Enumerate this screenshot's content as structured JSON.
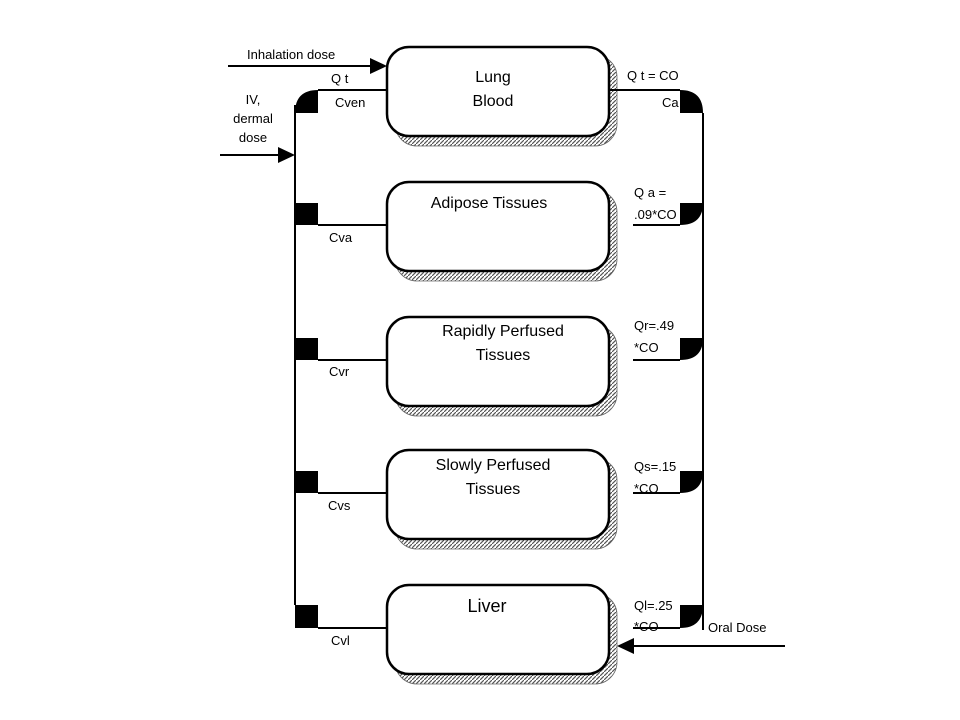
{
  "compartments": {
    "lung": "Lung\nBlood",
    "adipose": "Adipose Tissues",
    "rapid": "Rapidly Perfused\nTissues",
    "slow": "Slowly Perfused\nTissues",
    "liver": "Liver"
  },
  "inputs": {
    "inhalation": "Inhalation dose",
    "iv_dermal": "IV,\ndermal\n dose",
    "oral": "Oral Dose"
  },
  "venous_labels": {
    "qt": "Q t",
    "cven": "Cven",
    "cva": "Cva",
    "cvr": "Cvr",
    "cvs": "Cvs",
    "cvl": "Cvl"
  },
  "arterial_labels": {
    "qt_co": "Q t = CO",
    "ca": "Ca",
    "qa": "Q a =\n.09*CO",
    "qr": "Qr=.49\n*CO",
    "qs": "Qs=.15\n*CO",
    "ql": "Ql=.25\n*CO"
  }
}
